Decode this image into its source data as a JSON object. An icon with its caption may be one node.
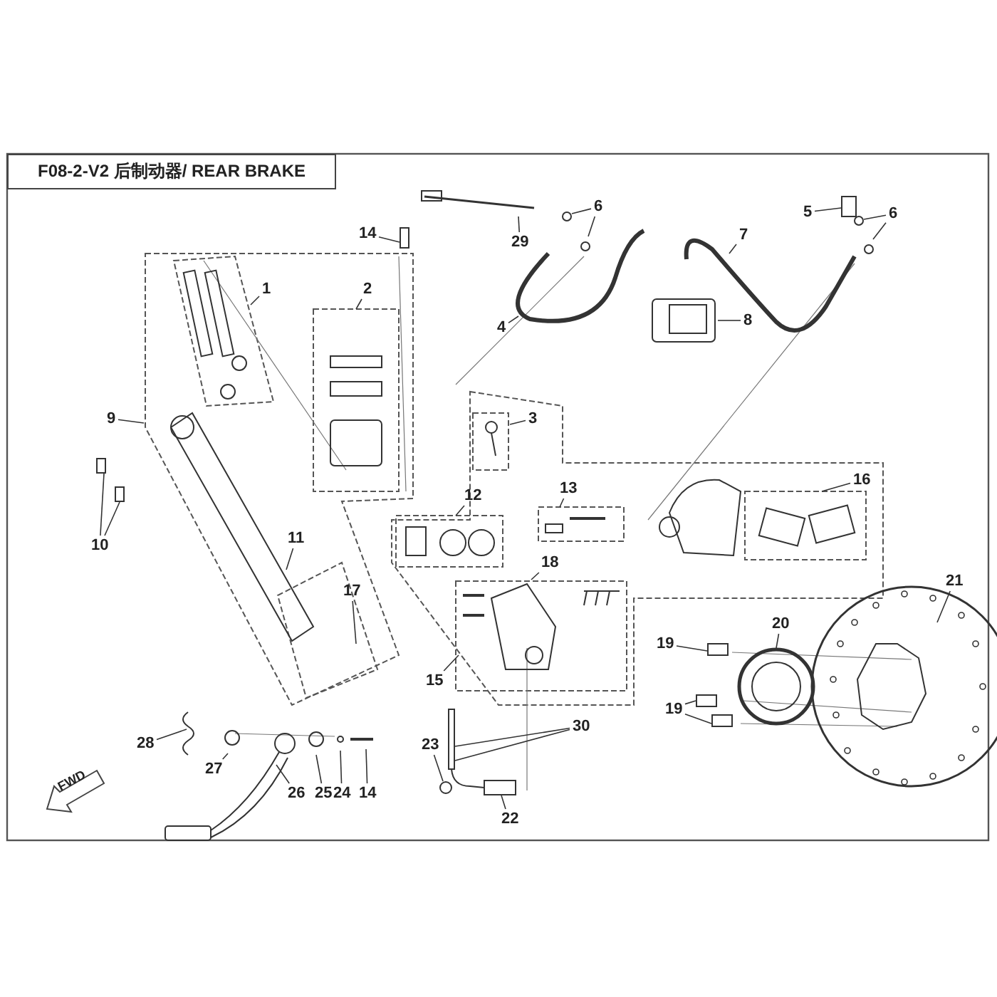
{
  "diagram": {
    "title": "F08-2-V2 后制动器/ REAR BRAKE",
    "nodes": [
      {
        "text": [
          "14"
        ]
      },
      {
        "text": [
          "6"
        ]
      },
      {
        "text": [
          "29"
        ]
      },
      {
        "text": [
          "5"
        ]
      },
      {
        "text": [
          "6"
        ]
      },
      {
        "text": [
          "7"
        ]
      },
      {
        "text": [
          "1"
        ]
      },
      {
        "text": [
          "2"
        ]
      },
      {
        "text": [
          "4"
        ]
      },
      {
        "text": [
          "8"
        ]
      },
      {
        "text": [
          "9"
        ]
      },
      {
        "text": [
          "3"
        ]
      },
      {
        "text": [
          "16"
        ]
      },
      {
        "text": [
          "13"
        ]
      },
      {
        "text": [
          "12"
        ]
      },
      {
        "text": [
          "11"
        ]
      },
      {
        "text": [
          "10"
        ]
      },
      {
        "text": [
          "18"
        ]
      },
      {
        "text": [
          "21"
        ]
      },
      {
        "text": [
          "17"
        ]
      },
      {
        "text": [
          "20"
        ]
      },
      {
        "text": [
          "19"
        ]
      },
      {
        "text": [
          "15"
        ]
      },
      {
        "text": [
          "19"
        ]
      },
      {
        "text": [
          "30"
        ]
      },
      {
        "text": [
          "28"
        ]
      },
      {
        "text": [
          "23"
        ]
      },
      {
        "text": [
          "27"
        ]
      },
      {
        "text": [
          "26"
        ]
      },
      {
        "text": [
          "25"
        ]
      },
      {
        "text": [
          "24"
        ]
      },
      {
        "text": [
          "14"
        ]
      },
      {
        "text": [
          "22"
        ]
      },
      {
        "text": [],
        "shape": "box"
      },
      {
        "text": [],
        "shape": "circle"
      },
      {
        "text": [],
        "shape": "box"
      },
      {
        "text": [],
        "shape": "circle"
      },
      {
        "text": [],
        "shape": "box"
      },
      {
        "text": [],
        "shape": "box"
      },
      {
        "text": [],
        "shape": "box"
      },
      {
        "text": [],
        "shape": "box"
      },
      {
        "text": [],
        "shape": "circle"
      },
      {
        "text": [],
        "shape": "box"
      },
      {
        "text": [],
        "shape": "box"
      },
      {
        "text": [],
        "shape": "bar"
      }
    ],
    "edges": [
      {
        "from": 0,
        "to": 33,
        "arrow": "none"
      },
      {
        "from": 1,
        "to": 34,
        "arrow": "none"
      },
      {
        "from": 1,
        "to": null,
        "arrow": "none"
      },
      {
        "from": 2,
        "to": null,
        "arrow": "none"
      },
      {
        "from": 3,
        "to": 35,
        "arrow": "none"
      },
      {
        "from": 4,
        "to": 36,
        "arrow": "none"
      },
      {
        "from": 4,
        "to": null,
        "arrow": "none"
      },
      {
        "from": 5,
        "to": null,
        "arrow": "none"
      },
      {
        "from": 6,
        "to": null,
        "arrow": "none"
      },
      {
        "from": 7,
        "to": null,
        "arrow": "none"
      },
      {
        "from": 8,
        "to": null,
        "arrow": "none"
      },
      {
        "from": 9,
        "to": null,
        "arrow": "none"
      },
      {
        "from": 10,
        "to": null,
        "arrow": "none"
      },
      {
        "from": 11,
        "to": null,
        "arrow": "none"
      },
      {
        "from": 12,
        "to": null,
        "arrow": "none"
      },
      {
        "from": 13,
        "to": null,
        "arrow": "none"
      },
      {
        "from": 14,
        "to": null,
        "arrow": "none"
      },
      {
        "from": 15,
        "to": null,
        "arrow": "none"
      },
      {
        "from": 16,
        "to": 43,
        "arrow": "none"
      },
      {
        "from": 16,
        "to": 37,
        "arrow": "none"
      },
      {
        "from": 17,
        "to": null,
        "arrow": "none"
      },
      {
        "from": 18,
        "to": null,
        "arrow": "none"
      },
      {
        "from": 19,
        "to": null,
        "arrow": "none"
      },
      {
        "from": 20,
        "to": null,
        "arrow": "none"
      },
      {
        "from": 21,
        "to": 38,
        "arrow": "none"
      },
      {
        "from": 22,
        "to": null,
        "arrow": "none"
      },
      {
        "from": 23,
        "to": 39,
        "arrow": "none"
      },
      {
        "from": 23,
        "to": 40,
        "arrow": "none"
      },
      {
        "from": 24,
        "to": 44,
        "arrow": "none"
      },
      {
        "from": 24,
        "to": 44,
        "arrow": "none"
      },
      {
        "from": 25,
        "to": null,
        "arrow": "none"
      },
      {
        "from": 26,
        "to": 41,
        "arrow": "none"
      },
      {
        "from": 27,
        "to": null,
        "arrow": "none"
      },
      {
        "from": 28,
        "to": null,
        "arrow": "none"
      },
      {
        "from": 29,
        "to": null,
        "arrow": "none"
      },
      {
        "from": 30,
        "to": null,
        "arrow": "none"
      },
      {
        "from": 31,
        "to": null,
        "arrow": "none"
      },
      {
        "from": 32,
        "to": 42,
        "arrow": "none"
      }
    ],
    "labels": [
      "FWD"
    ]
  }
}
